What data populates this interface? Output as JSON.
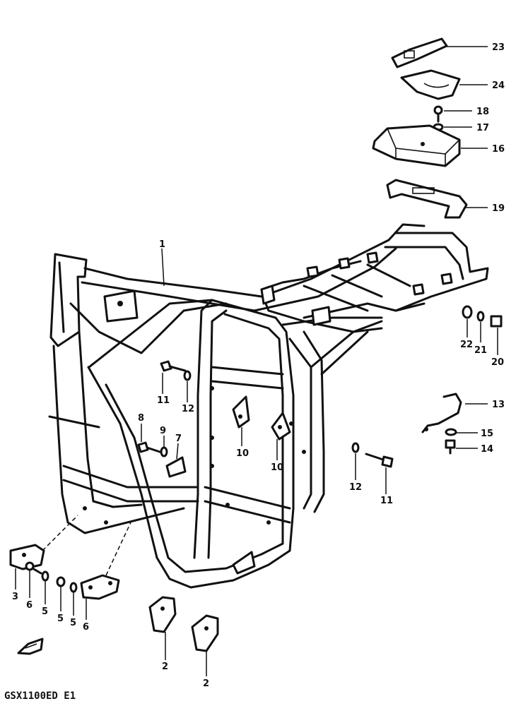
{
  "model_label": "GSX1100ED  E1",
  "callouts": [
    {
      "id": "c23",
      "text": "23"
    },
    {
      "id": "c24",
      "text": "24"
    },
    {
      "id": "c18",
      "text": "18"
    },
    {
      "id": "c17",
      "text": "17"
    },
    {
      "id": "c16",
      "text": "16"
    },
    {
      "id": "c19",
      "text": "19"
    },
    {
      "id": "c1",
      "text": "1"
    },
    {
      "id": "c22",
      "text": "22"
    },
    {
      "id": "c21",
      "text": "21"
    },
    {
      "id": "c20",
      "text": "20"
    },
    {
      "id": "c11a",
      "text": "11"
    },
    {
      "id": "c12a",
      "text": "12"
    },
    {
      "id": "c13",
      "text": "13"
    },
    {
      "id": "c15",
      "text": "15"
    },
    {
      "id": "c14",
      "text": "14"
    },
    {
      "id": "c8",
      "text": "8"
    },
    {
      "id": "c9",
      "text": "9"
    },
    {
      "id": "c7",
      "text": "7"
    },
    {
      "id": "c10a",
      "text": "10"
    },
    {
      "id": "c10b",
      "text": "10"
    },
    {
      "id": "c12b",
      "text": "12"
    },
    {
      "id": "c11b",
      "text": "11"
    },
    {
      "id": "c3",
      "text": "3"
    },
    {
      "id": "c6a",
      "text": "6"
    },
    {
      "id": "c5a",
      "text": "5"
    },
    {
      "id": "c5b",
      "text": "5"
    },
    {
      "id": "c5c",
      "text": "5"
    },
    {
      "id": "c6b",
      "text": "6"
    },
    {
      "id": "c2a",
      "text": "2"
    },
    {
      "id": "c2b",
      "text": "2"
    }
  ]
}
